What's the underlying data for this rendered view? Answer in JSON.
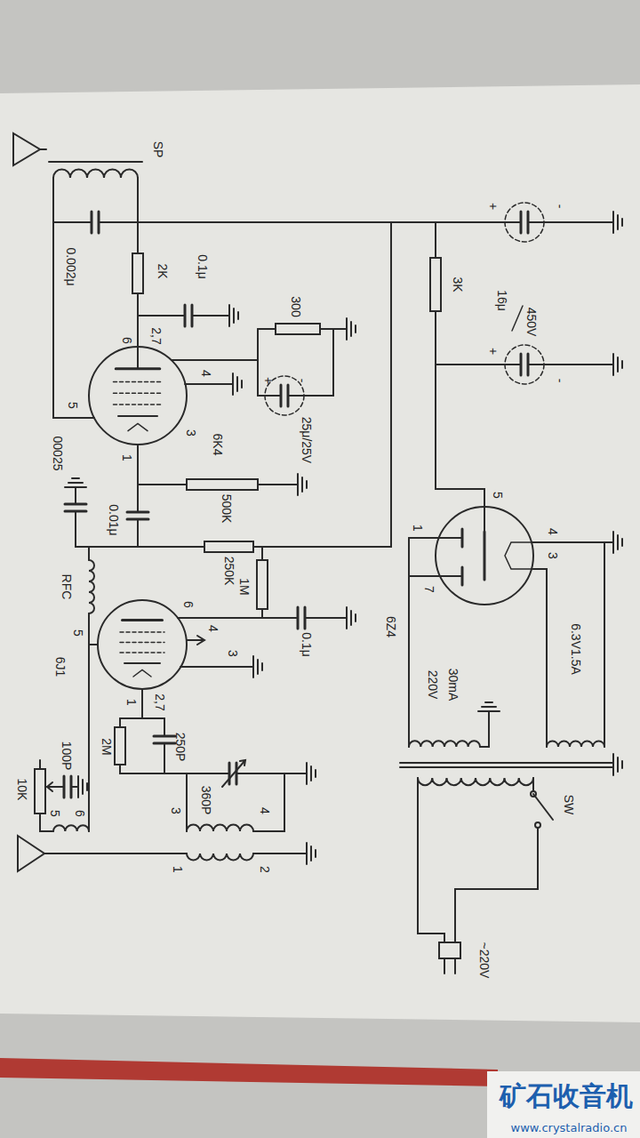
{
  "diagram": {
    "labels": [
      "SP",
      "0.002μ",
      "2K",
      "0.1μ",
      "6",
      "2,7",
      "5",
      "4",
      "3",
      "6K4",
      "300",
      "+",
      "-",
      "25μ/25V",
      "1",
      "00025",
      "0.01μ",
      "500K",
      "250K",
      "1M",
      "RFC",
      "6J1",
      "5",
      "6",
      "4",
      "3",
      "1",
      "2,7",
      "0.1μ",
      "10K",
      "100P",
      "5",
      "6",
      "2M",
      "250P",
      "360P",
      "3",
      "4",
      "1",
      "2",
      "6Z4",
      "1",
      "7",
      "5",
      "4",
      "3",
      "220V",
      "30mA",
      "6.3V1.5A",
      "3K",
      "+",
      "-",
      "16μ",
      "450V",
      "+",
      "-",
      "SW",
      "~220V",
      "矿石收音机",
      "www.crystalradio.cn"
    ]
  }
}
